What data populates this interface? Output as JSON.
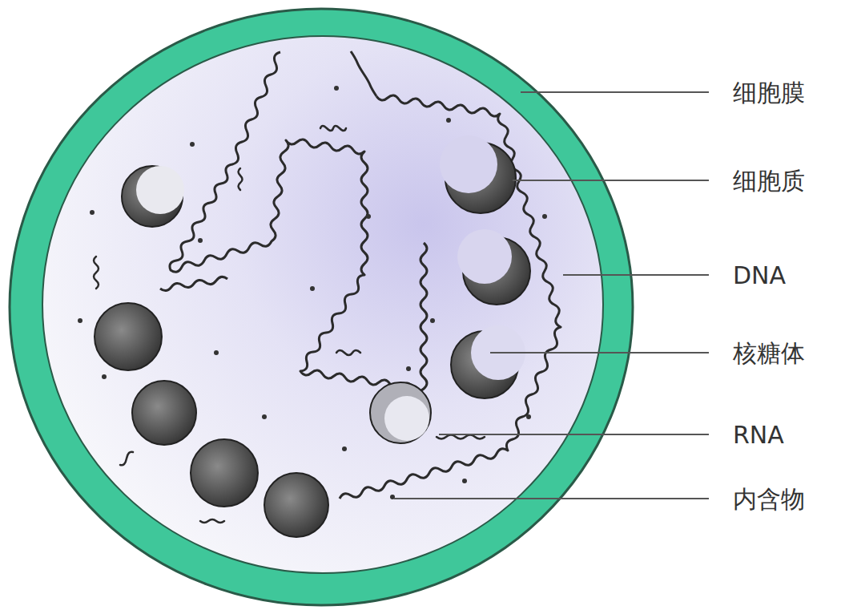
{
  "diagram": {
    "labels": [
      "细胞膜",
      "细胞质",
      "DNA",
      "核糖体",
      "RNA",
      "内含物"
    ]
  }
}
